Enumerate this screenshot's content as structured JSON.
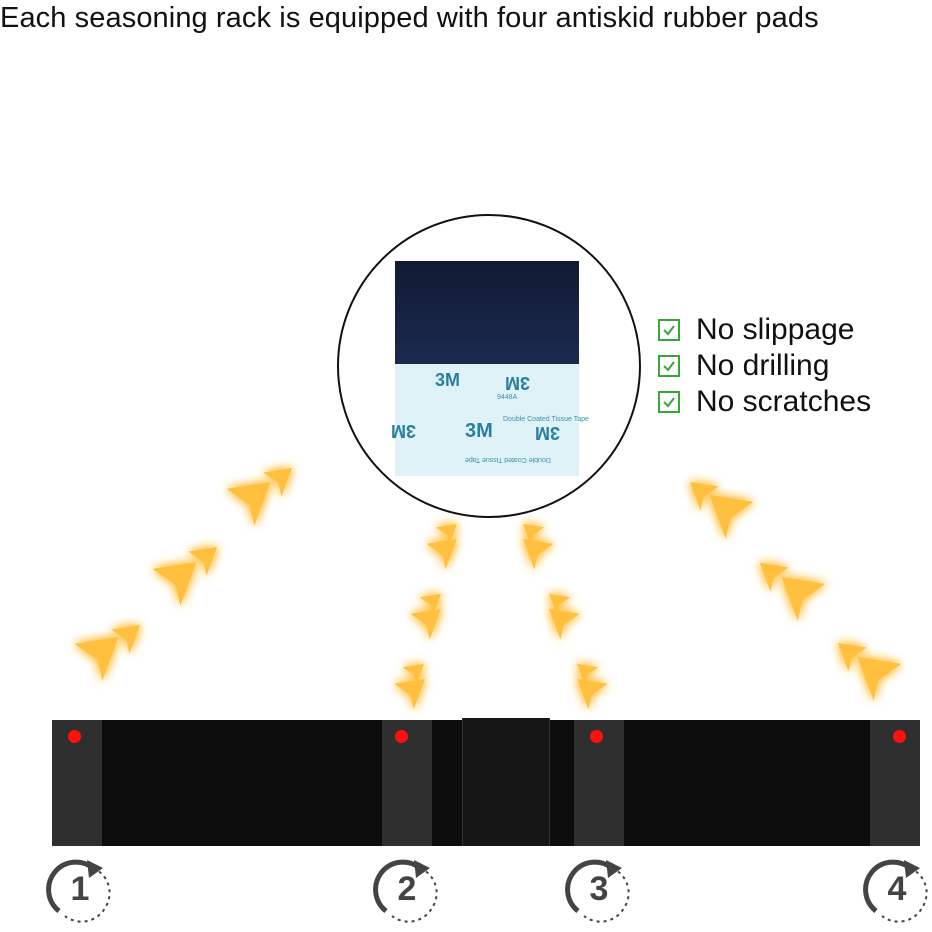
{
  "heading": "Each seasoning rack is equipped with four antiskid rubber pads",
  "pad_liner": {
    "brand": "3M",
    "model": "9448A",
    "note": "Double Coated Tissue Tape"
  },
  "features": [
    {
      "label": "No slippage",
      "icon": "checkbox-checked-icon"
    },
    {
      "label": "No drilling",
      "icon": "checkbox-checked-icon"
    },
    {
      "label": "No scratches",
      "icon": "checkbox-checked-icon"
    }
  ],
  "pad_numbers": [
    "1",
    "2",
    "3",
    "4"
  ],
  "colors": {
    "check": "#3aa63a",
    "arrow": "#ffc040",
    "glow": "#ff9a3c",
    "marker": "#ff1010",
    "rack": "#0d0d0d"
  }
}
